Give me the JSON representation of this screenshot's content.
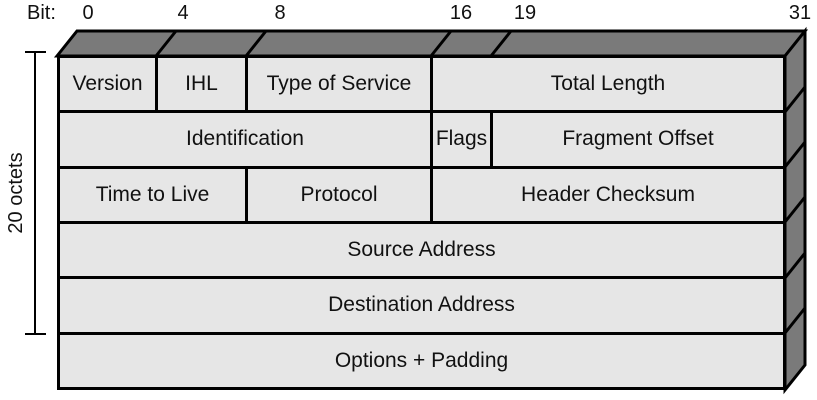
{
  "colors": {
    "background": "#ffffff",
    "cell_fill": "#e6e6e6",
    "face_fill": "#7a7a7a",
    "border": "#000000",
    "text": "#111111"
  },
  "bit_axis": {
    "label": "Bit:",
    "ticks": [
      "0",
      "4",
      "8",
      "16",
      "19",
      "31"
    ]
  },
  "side_label": "20 octets",
  "rows": [
    {
      "cells": [
        {
          "label": "Version"
        },
        {
          "label": "IHL"
        },
        {
          "label": "Type of Service"
        },
        {
          "label": "Total Length"
        }
      ]
    },
    {
      "cells": [
        {
          "label": "Identification"
        },
        {
          "label": "Flags"
        },
        {
          "label": "Fragment Offset"
        }
      ]
    },
    {
      "cells": [
        {
          "label": "Time to Live"
        },
        {
          "label": "Protocol"
        },
        {
          "label": "Header Checksum"
        }
      ]
    },
    {
      "cells": [
        {
          "label": "Source Address"
        }
      ]
    },
    {
      "cells": [
        {
          "label": "Destination Address"
        }
      ]
    },
    {
      "cells": [
        {
          "label": "Options + Padding"
        }
      ]
    }
  ]
}
